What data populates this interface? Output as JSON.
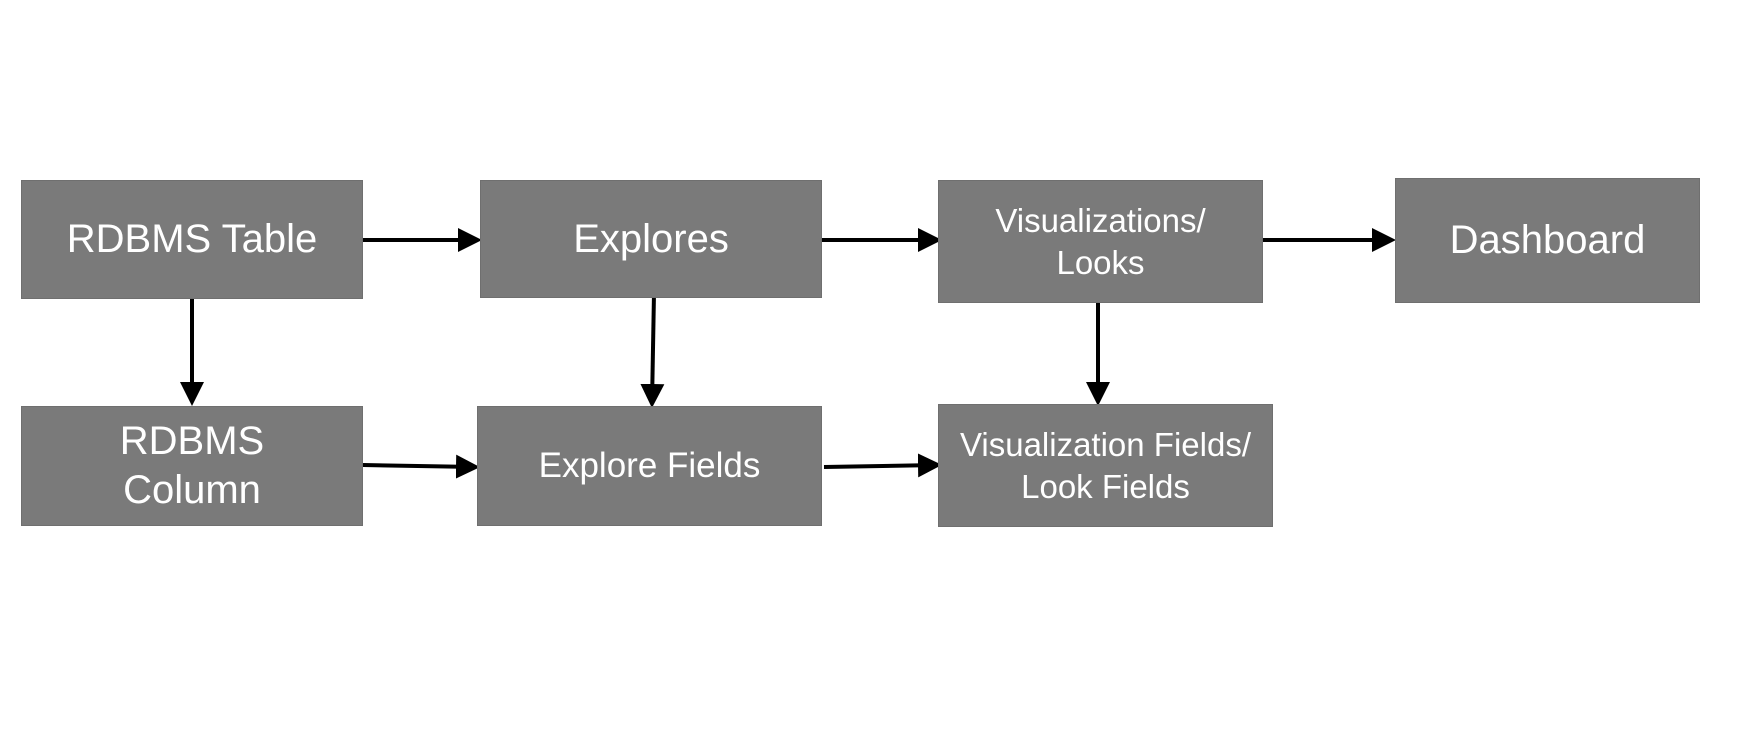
{
  "diagram": {
    "nodes": {
      "rdbms_table": "RDBMS Table",
      "explores": "Explores",
      "visualizations_looks": "Visualizations/\nLooks",
      "dashboard": "Dashboard",
      "rdbms_column": "RDBMS\nColumn",
      "explore_fields": "Explore Fields",
      "visualization_fields": "Visualization Fields/\nLook Fields"
    },
    "colors": {
      "node_fill": "#7a7a7a",
      "node_text": "#ffffff",
      "arrow": "#000000"
    }
  }
}
